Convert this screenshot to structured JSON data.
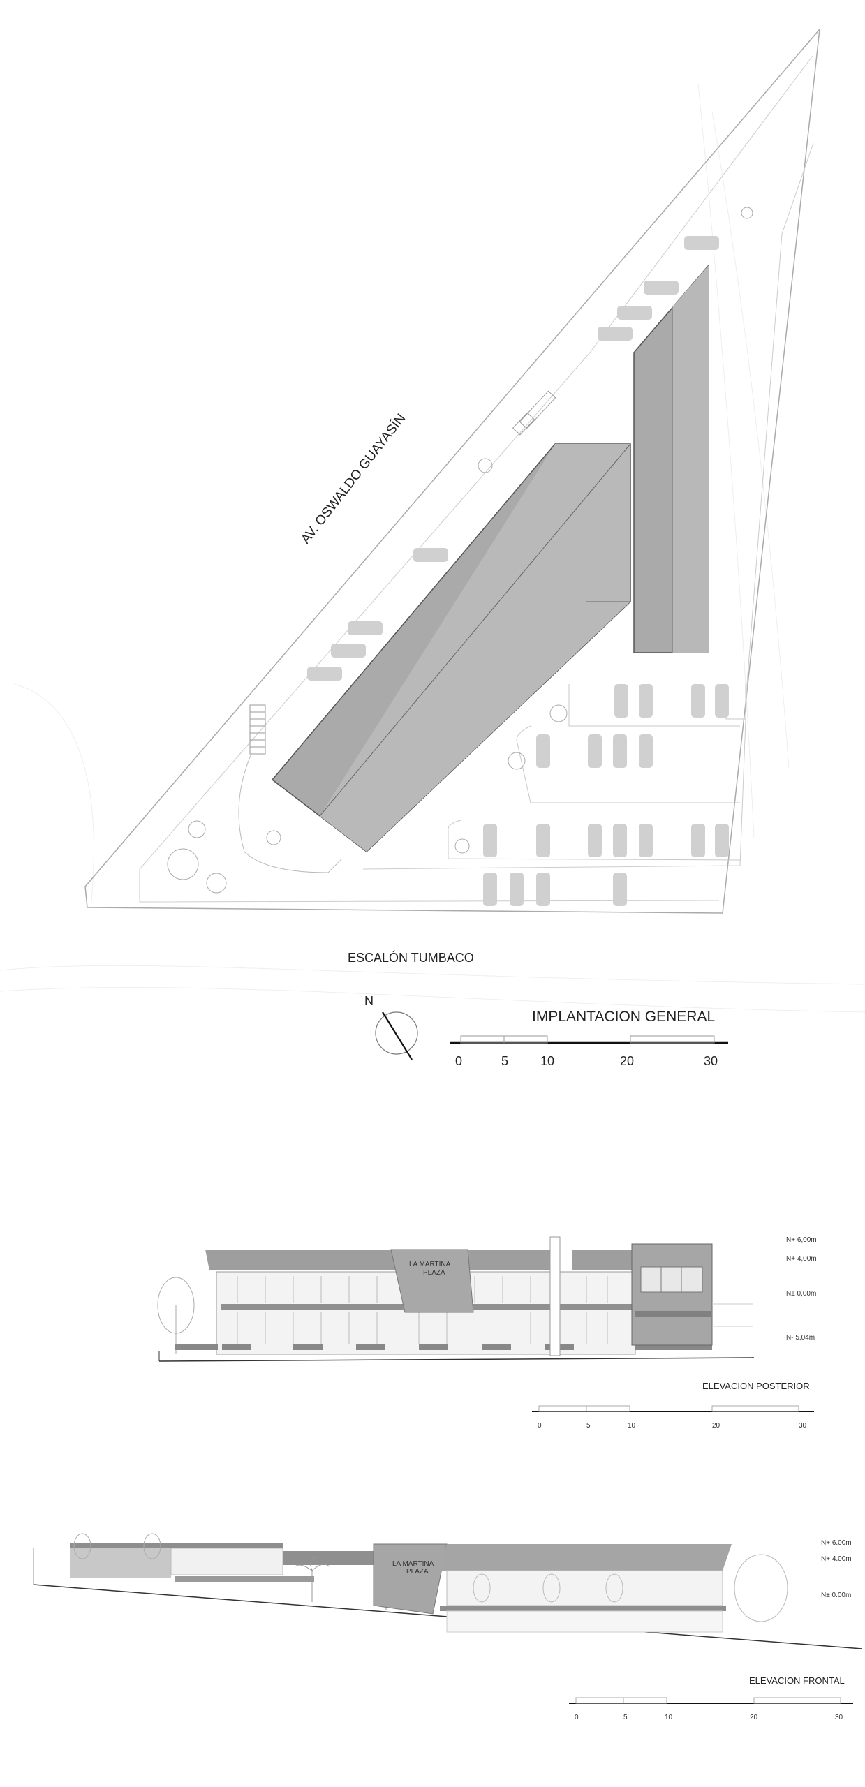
{
  "plan": {
    "street_main": "AV. OSWALDO GUAYASÍN",
    "street_bottom": "ESCALÓN TUMBACO",
    "north_label": "N",
    "title": "IMPLANTACION GENERAL",
    "scale_ticks": [
      "0",
      "5",
      "10",
      "20",
      "30"
    ]
  },
  "rear_elevation": {
    "title": "ELEVACION POSTERIOR",
    "sign_name": "LA MARTINA",
    "sign_sub": "PLAZA",
    "levels": [
      "N+ 6,00m",
      "N+ 4,00m",
      "N± 0,00m",
      "N- 5,04m"
    ],
    "scale_ticks": [
      "0",
      "5",
      "10",
      "20",
      "30"
    ]
  },
  "front_elevation": {
    "title": "ELEVACION FRONTAL",
    "sign_name": "LA MARTINA",
    "sign_sub": "PLAZA",
    "levels": [
      "N+ 6.00m",
      "N+ 4.00m",
      "N± 0.00m"
    ],
    "scale_ticks": [
      "0",
      "5",
      "10",
      "20",
      "30"
    ]
  }
}
